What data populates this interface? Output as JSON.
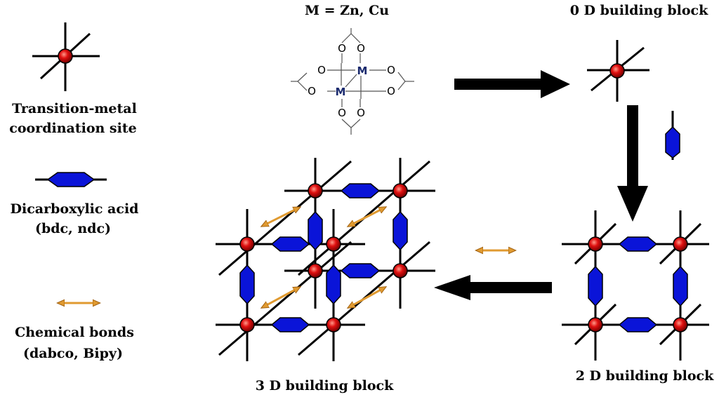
{
  "labels": {
    "metal_formula": "M = Zn, Cu",
    "zero_d": "0 D building block",
    "two_d": "2 D building block",
    "three_d": "3 D building block"
  },
  "legend": {
    "node_line1": "Transition-metal",
    "node_line2": "coordination site",
    "linker_line1": "Dicarboxylic acid",
    "linker_line2": "(bdc, ndc)",
    "bond_line1": "Chemical bonds",
    "bond_line2": "(dabco, Bipy)"
  },
  "paddlewheel": {
    "oxygen": "O",
    "metal": "M"
  },
  "colors": {
    "node_fill": "#e01010",
    "linker_fill": "#0a14d8",
    "pillar": "#e09a30",
    "line": "#000000"
  }
}
